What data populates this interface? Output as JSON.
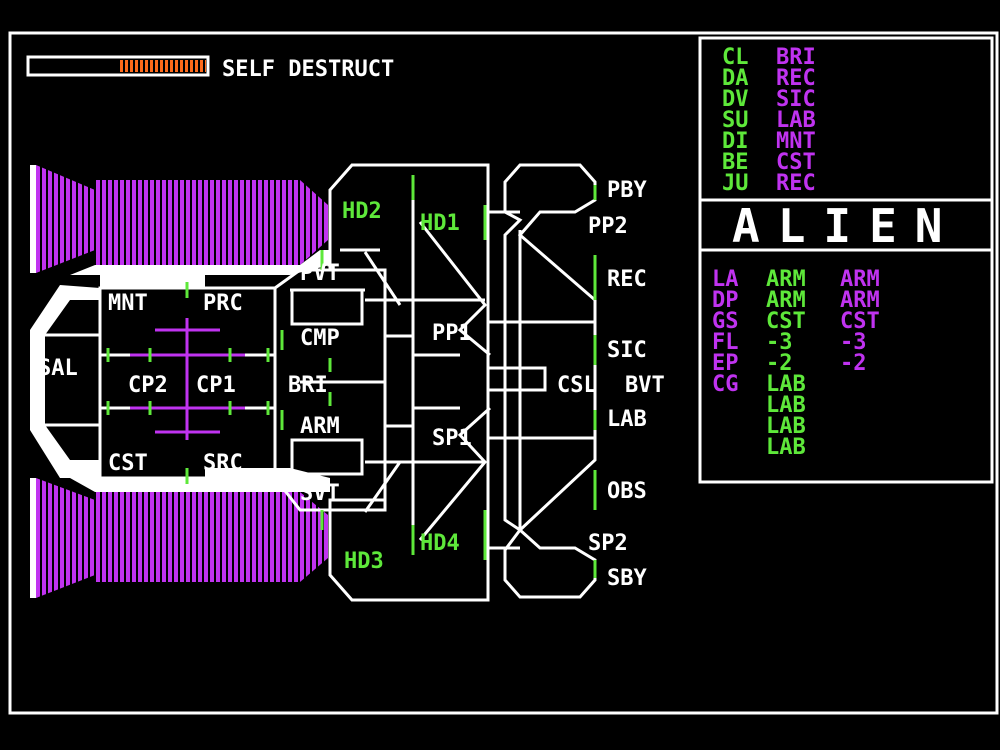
{
  "header": {
    "self_destruct_label": "SELF DESTRUCT",
    "self_destruct_level": 0.5
  },
  "title": "ALIEN",
  "crew_roster": [
    {
      "code": "CL",
      "room": "BRI"
    },
    {
      "code": "DA",
      "room": "REC"
    },
    {
      "code": "DV",
      "room": "SIC"
    },
    {
      "code": "SU",
      "room": "LAB"
    },
    {
      "code": "DI",
      "room": "MNT"
    },
    {
      "code": "BE",
      "room": "CST"
    },
    {
      "code": "JU",
      "room": "REC"
    }
  ],
  "status_rows": [
    {
      "code": "LA",
      "a": "ARM",
      "b": "ARM"
    },
    {
      "code": "DP",
      "a": "ARM",
      "b": "ARM"
    },
    {
      "code": "GS",
      "a": "CST",
      "b": "CST"
    },
    {
      "code": "FL",
      "a": "-3",
      "b": "-3"
    },
    {
      "code": "EP",
      "a": "-2",
      "b": "-2"
    },
    {
      "code": "CG",
      "a": "LAB",
      "b": ""
    },
    {
      "code": "",
      "a": "LAB",
      "b": ""
    },
    {
      "code": "",
      "a": "LAB",
      "b": ""
    },
    {
      "code": "",
      "a": "LAB",
      "b": ""
    }
  ],
  "rooms": {
    "mnt": "MNT",
    "prc": "PRC",
    "sal": "SAL",
    "cp2": "CP2",
    "cp1": "CP1",
    "cst": "CST",
    "src": "SRC",
    "pvt": "PVT",
    "cmp": "CMP",
    "bri": "BRI",
    "arm": "ARM",
    "svt": "SVT",
    "hd2": "HD2",
    "hd1": "HD1",
    "hd3": "HD3",
    "hd4": "HD4",
    "pp1": "PP1",
    "sp1": "SP1",
    "pby": "PBY",
    "pp2": "PP2",
    "rec": "REC",
    "sic": "SIC",
    "csl": "CSL",
    "bvt": "BVT",
    "lab": "LAB",
    "obs": "OBS",
    "sp2": "SP2",
    "sby": "SBY"
  },
  "colors": {
    "purple": "#c033f0",
    "green": "#5ee83a",
    "white": "#ffffff",
    "orange": "#ff6a1a"
  }
}
